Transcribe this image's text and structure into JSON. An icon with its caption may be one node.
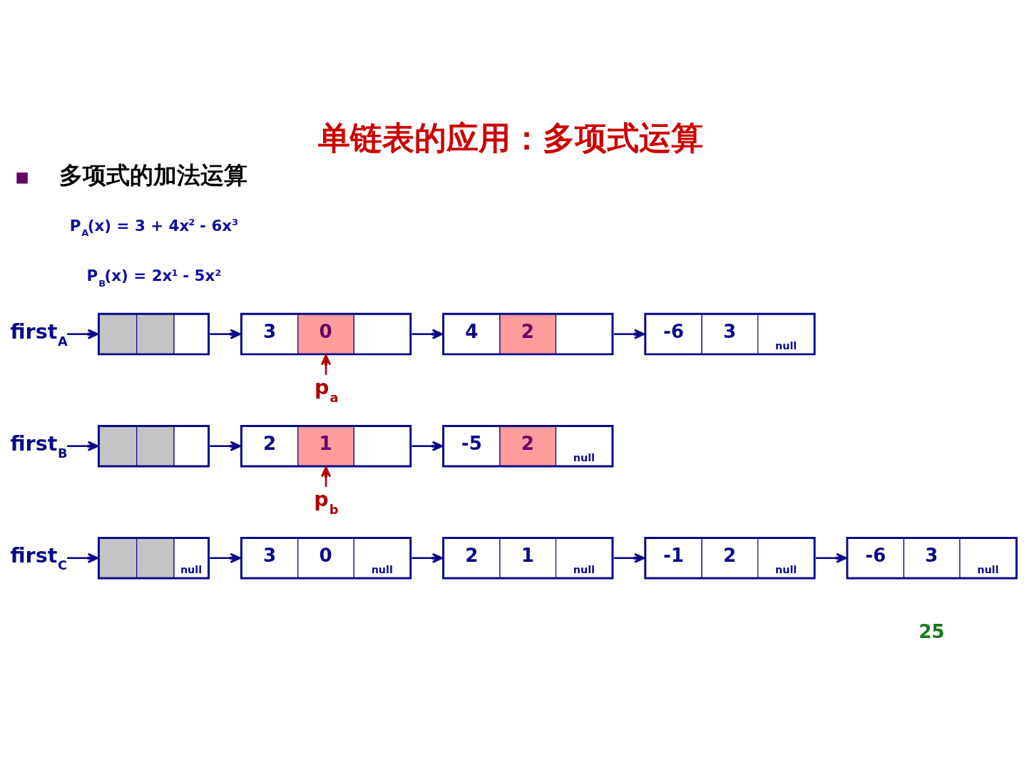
{
  "diagram": {
    "title": "单链表的应用：多项式运算",
    "nodes": [
      {
        "text": [
          "first$_{A}$"
        ]
      },
      {
        "text": [],
        "shape": "box"
      },
      {
        "text": [
          "3",
          "0"
        ]
      },
      {
        "text": [
          "4",
          "2"
        ]
      },
      {
        "text": [
          "-6",
          "3",
          "null"
        ]
      },
      {
        "text": [
          "p$_{a}$"
        ]
      },
      {
        "text": [
          "first$_{B}$"
        ]
      },
      {
        "text": [],
        "shape": "box"
      },
      {
        "text": [
          "2",
          "1"
        ]
      },
      {
        "text": [
          "-5",
          "2",
          "null"
        ]
      },
      {
        "text": [
          "p$_{b}$"
        ]
      },
      {
        "text": [
          "first$_{C}$"
        ]
      },
      {
        "text": [
          "null"
        ]
      },
      {
        "text": [
          "3",
          "0",
          "null"
        ]
      },
      {
        "text": [
          "2",
          "1",
          "null"
        ]
      },
      {
        "text": [
          "-1",
          "2",
          "null"
        ]
      },
      {
        "text": [
          "-6",
          "3",
          "null"
        ]
      }
    ],
    "edges": [
      {
        "from": 0,
        "to": 1,
        "arrow": "to"
      },
      {
        "from": 1,
        "to": 2,
        "arrow": "to"
      },
      {
        "from": 2,
        "to": 3,
        "arrow": "to"
      },
      {
        "from": 3,
        "to": 4,
        "arrow": "to"
      },
      {
        "from": 5,
        "to": 2,
        "arrow": "to",
        "color": "#b00000"
      },
      {
        "from": 6,
        "to": 7,
        "arrow": "to"
      },
      {
        "from": 7,
        "to": 8,
        "arrow": "to"
      },
      {
        "from": 8,
        "to": 9,
        "arrow": "to"
      },
      {
        "from": 10,
        "to": 8,
        "arrow": "to",
        "color": "#b00000"
      },
      {
        "from": 11,
        "to": 12,
        "arrow": "to"
      },
      {
        "from": 12,
        "to": 13,
        "arrow": "to"
      },
      {
        "from": 13,
        "to": 14,
        "arrow": "to"
      },
      {
        "from": 14,
        "to": 15,
        "arrow": "to"
      },
      {
        "from": 15,
        "to": 16,
        "arrow": "to"
      }
    ],
    "labels": [
      "多项式的加法运算",
      "P$_{A}$(x) = 3 + 4x$^{2}$ - 6x$^{3}$",
      "P$_{B}$(x) = 2x$^{1}$ - 5x$^{2}$",
      "25"
    ]
  }
}
